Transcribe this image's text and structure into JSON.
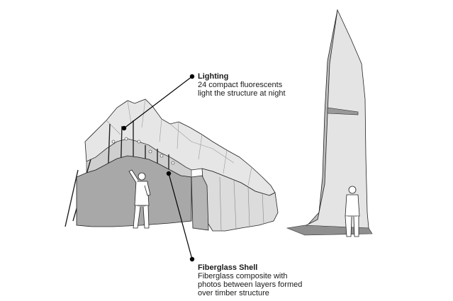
{
  "callouts": {
    "lighting": {
      "title": "Lighting",
      "lines": [
        "24 compact fluorescents",
        "light the structure at night"
      ]
    },
    "fiberglass": {
      "title": "Fiberglass Shell",
      "lines": [
        "Fiberglass composite with",
        "photos between layers formed",
        "over timber structure"
      ]
    }
  },
  "colors": {
    "shell": "#e6e6e6",
    "shell_shadow": "#bdbdbd",
    "wall": "#a8a8a8",
    "outline": "#222222",
    "background": "#ffffff"
  }
}
